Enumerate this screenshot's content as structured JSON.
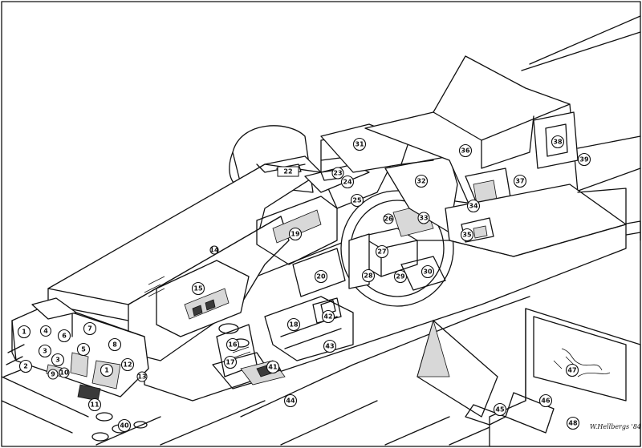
{
  "signature": "W.Hellbergs '84",
  "callouts": [
    "1",
    "2",
    "3",
    "4",
    "5",
    "6",
    "7",
    "8",
    "9",
    "10",
    "11",
    "12",
    "13",
    "14",
    "15",
    "16",
    "17",
    "18",
    "19",
    "20",
    "22",
    "23",
    "24",
    "25",
    "26",
    "27",
    "28",
    "29",
    "30",
    "31",
    "32",
    "33",
    "34",
    "35",
    "36",
    "37",
    "38",
    "39",
    "40",
    "41",
    "42",
    "43",
    "44",
    "45",
    "46",
    "47",
    "48"
  ],
  "colors": {
    "ink": "#111111",
    "paper": "#ffffff",
    "shade": "#d8d8d8"
  }
}
